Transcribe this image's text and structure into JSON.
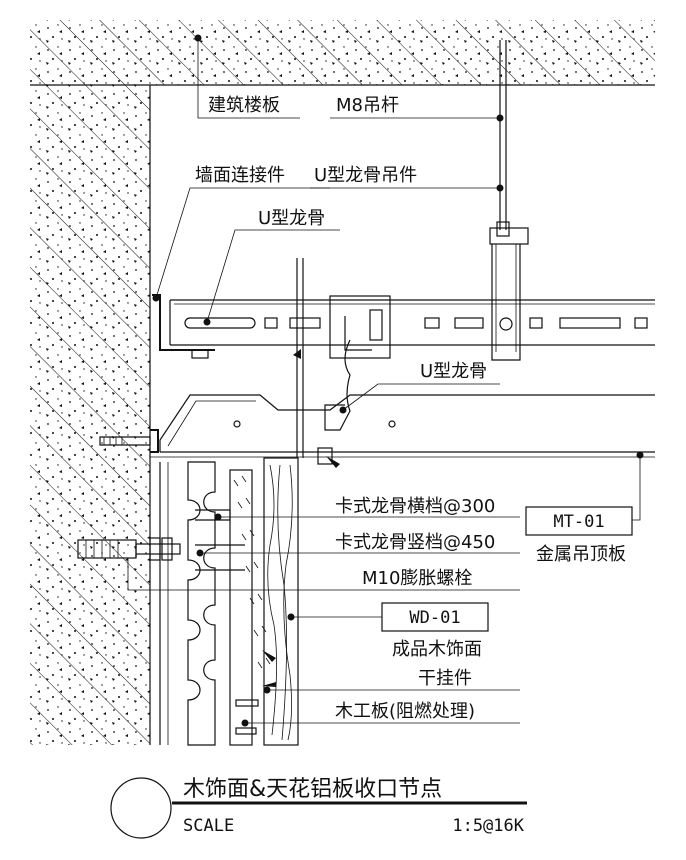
{
  "labels": {
    "building_slab": "建筑楼板",
    "m8_rod": "M8吊杆",
    "wall_connector": "墙面连接件",
    "u_hanger": "U型龙骨吊件",
    "u_keel_top": "U型龙骨",
    "u_keel_mid": "U型龙骨",
    "card_keel_horizontal": "卡式龙骨横档@300",
    "card_keel_vertical": "卡式龙骨竖档@450",
    "m10_bolt": "M10膨胀螺栓",
    "finished_wood": "成品木饰面",
    "dry_hanger": "干挂件",
    "wood_board": "木工板(阻燃处理)",
    "metal_ceiling": "金属吊顶板"
  },
  "tags": {
    "mt": "MT-01",
    "wd": "WD-01"
  },
  "title_block": {
    "title": "木饰面&天花铝板收口节点",
    "scale_label": "SCALE",
    "scale_value": "1:5@16K"
  }
}
